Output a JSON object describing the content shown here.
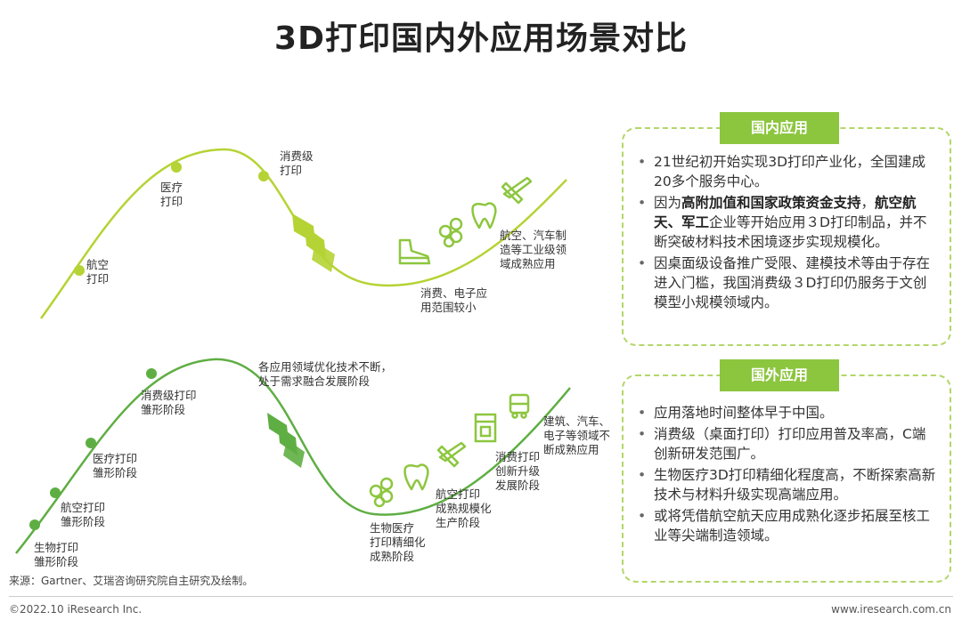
{
  "title": "3D打印国内外应用场景对比",
  "colors": {
    "light_green": "#b5d334",
    "dark_green": "#5fae43",
    "icon_green": "#8dc63f",
    "panel_header": "#8cc63f",
    "panel_border": "#b3d66a"
  },
  "domestic_curve": {
    "labels": {
      "aerospace": "航空\n打印",
      "medical": "医疗\n打印",
      "consumer": "消费级\n打印",
      "consumer_small": "消费、电子应\n用范围较小",
      "industrial": "航空、汽车制\n造等工业级领\n域成熟应用"
    },
    "icons": [
      "shoe-icon",
      "molecule-icon",
      "tooth-icon",
      "airplane-icon"
    ]
  },
  "foreign_curve": {
    "labels": {
      "bio": "生物打印\n雏形阶段",
      "aerospace": "航空打印\n雏形阶段",
      "medical": "医疗打印\n雏形阶段",
      "consumer": "消费级打印\n雏形阶段",
      "optimize": "各应用领域优化技术不断，\n处于需求融合发展阶段",
      "bio_mature": "生物医疗\n打印精细化\n成熟阶段",
      "aero_mass": "航空打印\n成熟规模化\n生产阶段",
      "consumer_upgrade": "消费打印\n创新升级\n发展阶段",
      "construction": "建筑、汽车、\n电子等领域不\n断成熟应用"
    },
    "icons": [
      "molecule-icon",
      "tooth-icon",
      "airplane-icon",
      "printer-icon",
      "bus-icon"
    ]
  },
  "domestic_panel": {
    "header": "国内应用",
    "b1": "21世纪初开始实现3D打印产业化，全国建成20多个服务中心。",
    "b2_pre": "因为",
    "b2_bold1": "高附加值和国家政策资金支持",
    "b2_mid": "，",
    "b2_bold2": "航空航天、军工",
    "b2_post": "企业等开始应用３D打印制品，并不断突破材料技术困境逐步实现规模化。",
    "b3": "因桌面级设备推广受限、建模技术等由于存在进入门槛，我国消费级３D打印仍服务于文创模型小规模领域内。"
  },
  "foreign_panel": {
    "header": "国外应用",
    "b1": "应用落地时间整体早于中国。",
    "b2": "消费级（桌面打印）打印应用普及率高，C端创新研发范围广。",
    "b3": "生物医疗3D打印精细化程度高，不断探索高新技术与材料升级实现高端应用。",
    "b4": "或将凭借航空航天应用成熟化逐步拓展至核工业等尖端制造领域。"
  },
  "source": "来源：Gartner、艾瑞咨询研究院自主研究及绘制。",
  "copyright": "©2022.10 iResearch Inc.",
  "website": "www.iresearch.com.cn"
}
